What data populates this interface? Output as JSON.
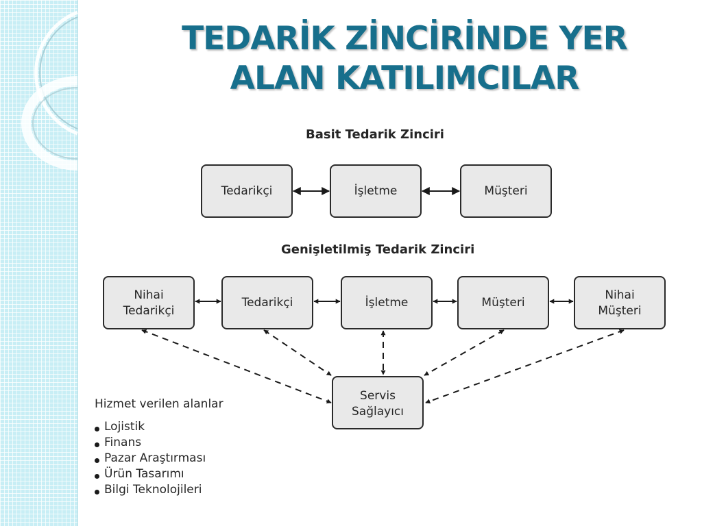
{
  "title": {
    "line1": "TEDARİK ZİNCİRİNDE YER",
    "line2": "ALAN KATILIMCILAR"
  },
  "basic_chain": {
    "heading": "Basit Tedarik Zinciri",
    "nodes": [
      "Tedarikçi",
      "İşletme",
      "Müşteri"
    ]
  },
  "extended_chain": {
    "heading": "Genişletilmiş Tedarik Zinciri",
    "nodes": [
      [
        "Nihai",
        "Tedarikçi"
      ],
      [
        "Tedarikçi"
      ],
      [
        "İşletme"
      ],
      [
        "Müşteri"
      ],
      [
        "Nihai",
        "Müşteri"
      ]
    ],
    "service_provider": [
      "Servis",
      "Sağlayıcı"
    ]
  },
  "services": {
    "heading": "Hizmet verilen alanlar",
    "items": [
      "Lojistik",
      "Finans",
      "Pazar Araştırması",
      "Ürün Tasarımı",
      "Bilgi Teknolojileri"
    ]
  },
  "colors": {
    "title": "#176f8c",
    "box_fill": "#e9e9e9",
    "box_stroke": "#2a2a2a",
    "band": "#c8eef5"
  }
}
